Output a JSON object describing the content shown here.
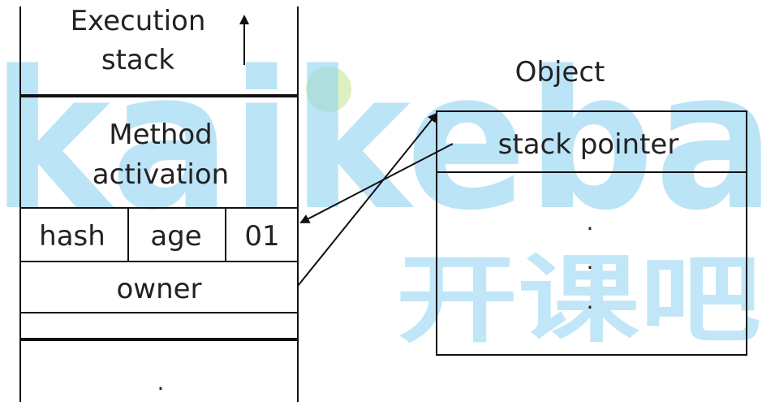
{
  "watermark": {
    "latin": "kaikeba",
    "cjk": "开课吧"
  },
  "stack": {
    "title_line1": "Execution",
    "title_line2": "stack",
    "method_line1": "Method",
    "method_line2": "activation",
    "mark_word": {
      "hash": "hash",
      "age": "age",
      "bits": "01"
    },
    "owner": "owner",
    "ellipsis": "."
  },
  "object": {
    "title": "Object",
    "stack_pointer": "stack pointer",
    "dots": [
      ".",
      ".",
      "."
    ]
  },
  "colors": {
    "line": "#111111",
    "text": "#222222",
    "watermark": "#8fd3f2"
  }
}
